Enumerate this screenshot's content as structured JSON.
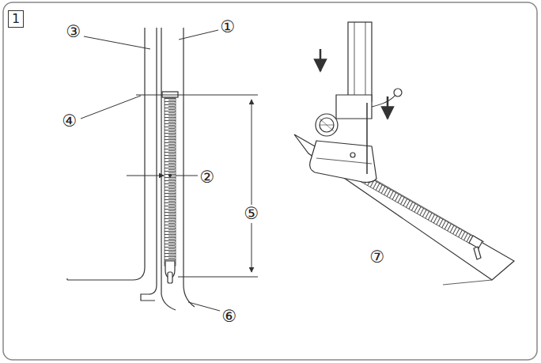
{
  "diagram": {
    "nodes": [
      {
        "text": [
          "1"
        ]
      }
    ],
    "labels": [
      "③",
      "①",
      "④",
      "②",
      "⑤",
      "⑥",
      "⑦"
    ]
  }
}
